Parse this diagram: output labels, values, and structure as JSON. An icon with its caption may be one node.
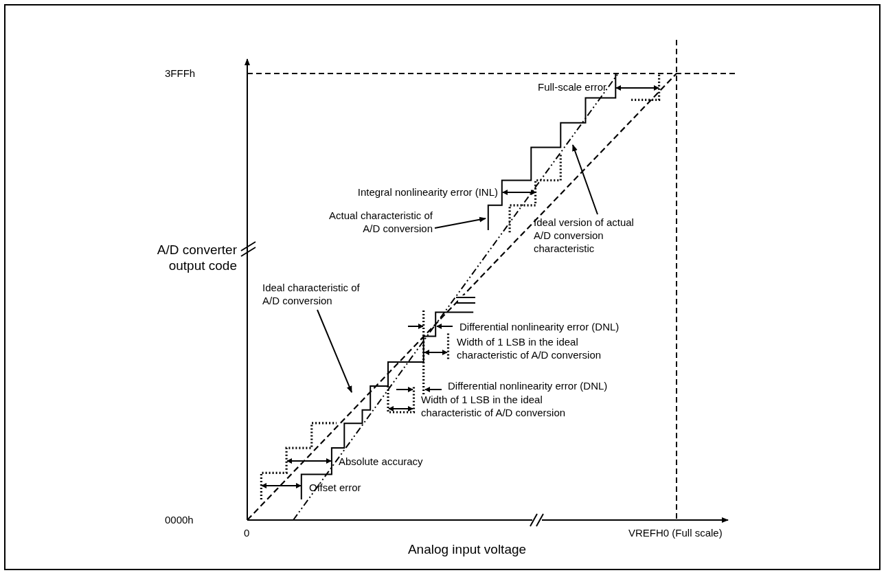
{
  "diagram": {
    "nodes": [
      {
        "text": [
          "Actual characteristic of A/D conversion"
        ]
      },
      {
        "text": [
          "Ideal version of actual A/D conversion characteristic"
        ]
      },
      {
        "text": [
          "Ideal characteristic of A/D conversion"
        ]
      }
    ],
    "edges": [
      {
        "from": 0,
        "to": null,
        "arrow": "to"
      },
      {
        "from": 1,
        "to": null,
        "arrow": "to"
      },
      {
        "from": 2,
        "to": null,
        "arrow": "to"
      }
    ],
    "labels": [
      "3FFFh",
      "Full-scale error",
      "Integral nonlinearity error (INL)",
      "A/D converter output code",
      "Differential nonlinearity error (DNL)",
      "Width of 1 LSB in the ideal characteristic of A/D conversion",
      "Differential nonlinearity error (DNL)",
      "Width of 1 LSB in the ideal characteristic of A/D conversion",
      "Absolute accuracy",
      "0000h",
      "Offset error",
      "0",
      "VREFH0 (Full scale)",
      "Analog input voltage"
    ]
  }
}
